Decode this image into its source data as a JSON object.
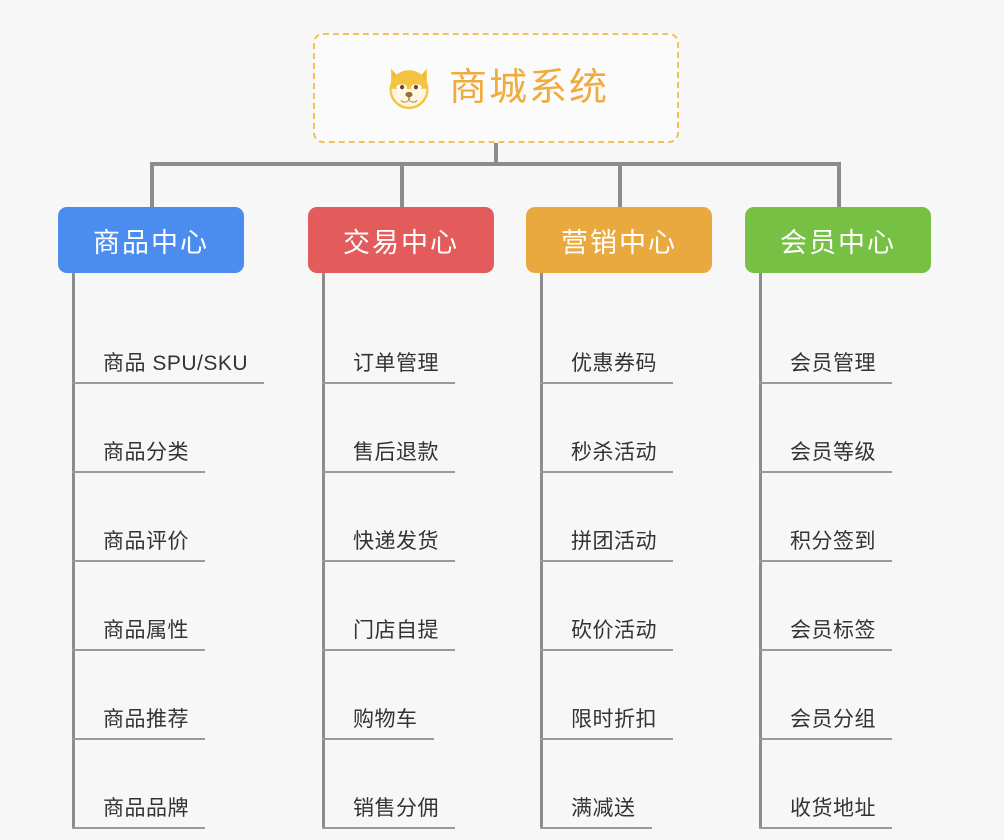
{
  "page": {
    "background_color": "#f7f7f7",
    "diagram_type": "org-chart",
    "connector_color": "#8c8c8c"
  },
  "root": {
    "title": "商城系统",
    "icon": "dog-face-icon",
    "text_color": "#efab3e",
    "border_color": "#f3c05a",
    "border_style": "dashed",
    "background_color": "#fbfbfb"
  },
  "columns": [
    {
      "header": "商品中心",
      "color": "#4a8def",
      "name": "product-center",
      "items": [
        "商品 SPU/SKU",
        "商品分类",
        "商品评价",
        "商品属性",
        "商品推荐",
        "商品品牌"
      ]
    },
    {
      "header": "交易中心",
      "color": "#e35b5b",
      "name": "trade-center",
      "items": [
        "订单管理",
        "售后退款",
        "快递发货",
        "门店自提",
        "购物车",
        "销售分佣"
      ]
    },
    {
      "header": "营销中心",
      "color": "#eaa93e",
      "name": "marketing-center",
      "items": [
        "优惠券码",
        "秒杀活动",
        "拼团活动",
        "砍价活动",
        "限时折扣",
        "满减送"
      ]
    },
    {
      "header": "会员中心",
      "color": "#76c043",
      "name": "member-center",
      "items": [
        "会员管理",
        "会员等级",
        "积分签到",
        "会员标签",
        "会员分组",
        "收货地址"
      ]
    }
  ]
}
